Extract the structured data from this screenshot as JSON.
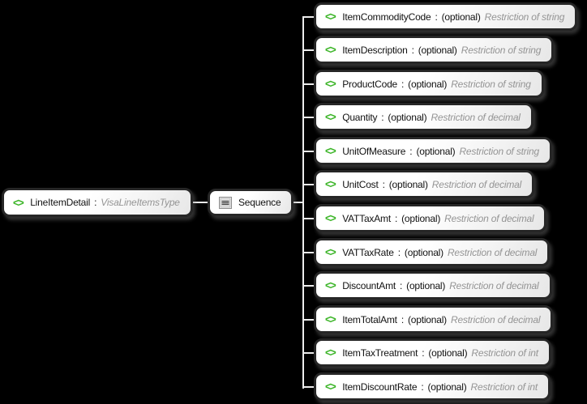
{
  "canvas": {
    "background": "#000000"
  },
  "colors": {
    "node_border": "#262626",
    "node_fill_start": "#ffffff",
    "node_fill_end": "#e7e7e7",
    "connector": "#ededed",
    "element_icon_green": "#3cb528",
    "name_text": "#111111",
    "type_text": "#949494"
  },
  "icons": {
    "element_glyph": "<>",
    "sequence_icon": "sequence-icon"
  },
  "labels": {
    "colon": ":"
  },
  "root": {
    "name": "LineItemDetail",
    "type": "VisaLineItemsType"
  },
  "sequence": {
    "label": "Sequence"
  },
  "children": [
    {
      "name": "ItemCommodityCode",
      "occurrence": "(optional)",
      "restriction": "Restriction of string"
    },
    {
      "name": "ItemDescription",
      "occurrence": "(optional)",
      "restriction": "Restriction of string"
    },
    {
      "name": "ProductCode",
      "occurrence": "(optional)",
      "restriction": "Restriction of string"
    },
    {
      "name": "Quantity",
      "occurrence": "(optional)",
      "restriction": "Restriction of decimal"
    },
    {
      "name": "UnitOfMeasure",
      "occurrence": "(optional)",
      "restriction": "Restriction of string"
    },
    {
      "name": "UnitCost",
      "occurrence": "(optional)",
      "restriction": "Restriction of decimal"
    },
    {
      "name": "VATTaxAmt",
      "occurrence": "(optional)",
      "restriction": "Restriction of decimal"
    },
    {
      "name": "VATTaxRate",
      "occurrence": "(optional)",
      "restriction": "Restriction of decimal"
    },
    {
      "name": "DiscountAmt",
      "occurrence": "(optional)",
      "restriction": "Restriction of decimal"
    },
    {
      "name": "ItemTotalAmt",
      "occurrence": "(optional)",
      "restriction": "Restriction of decimal"
    },
    {
      "name": "ItemTaxTreatment",
      "occurrence": "(optional)",
      "restriction": "Restriction of int"
    },
    {
      "name": "ItemDiscountRate",
      "occurrence": "(optional)",
      "restriction": "Restriction of int"
    }
  ]
}
